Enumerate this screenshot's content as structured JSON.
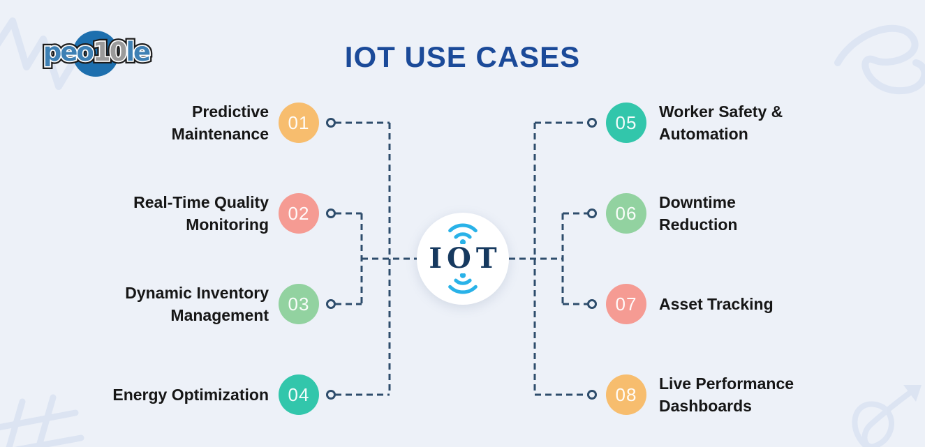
{
  "title": "IOT USE CASES",
  "logo": {
    "part1": "peo",
    "part2": "10",
    "part3": "le"
  },
  "hub": {
    "label": "IOT"
  },
  "colors": {
    "background": "#edf1f8",
    "title_blue": "#1b4a99",
    "connector_navy": "#2e4d6c",
    "wifi_cyan": "#29b2e8",
    "hub_text_navy": "#16395f",
    "orange": "#f7bd6e",
    "salmon": "#f59b93",
    "green": "#92d2a0",
    "teal": "#32c6ab"
  },
  "icons": {
    "hub_top": "wifi-signal-icon",
    "hub_bottom": "wifi-signal-icon-flipped"
  },
  "items": {
    "left": [
      {
        "number": "01",
        "line1": "Predictive",
        "line2": "Maintenance",
        "color": "#f7bd6e"
      },
      {
        "number": "02",
        "line1": "Real-Time Quality",
        "line2": "Monitoring",
        "color": "#f59b93"
      },
      {
        "number": "03",
        "line1": "Dynamic Inventory",
        "line2": "Management",
        "color": "#92d2a0"
      },
      {
        "number": "04",
        "line1": "Energy Optimization",
        "line2": "",
        "color": "#32c6ab"
      }
    ],
    "right": [
      {
        "number": "05",
        "line1": "Worker Safety &",
        "line2": "Automation",
        "color": "#32c6ab"
      },
      {
        "number": "06",
        "line1": "Downtime",
        "line2": "Reduction",
        "color": "#92d2a0"
      },
      {
        "number": "07",
        "line1": "Asset Tracking",
        "line2": "",
        "color": "#f59b93"
      },
      {
        "number": "08",
        "line1": "Live Performance",
        "line2": "Dashboards",
        "color": "#f7bd6e"
      }
    ]
  }
}
